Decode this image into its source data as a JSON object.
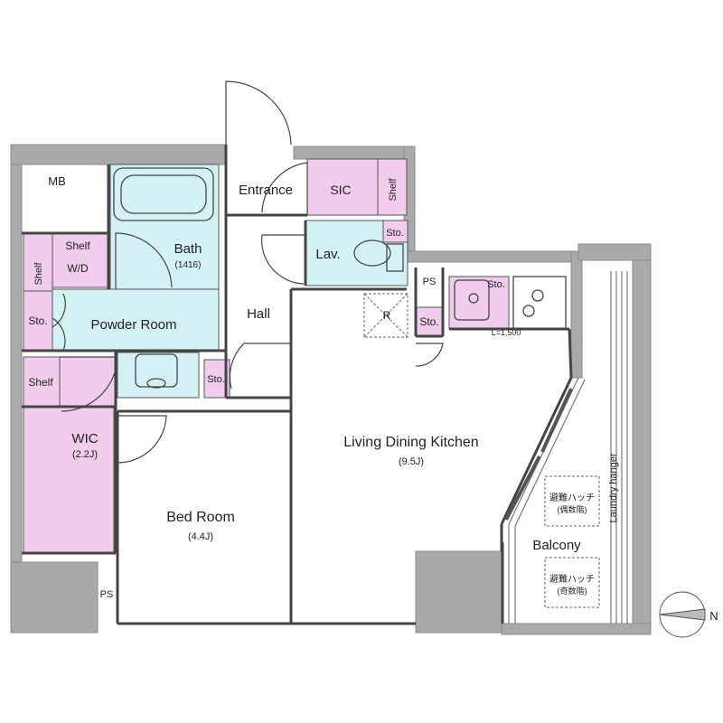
{
  "colors": {
    "wall": "#a9a9a9",
    "wall_stroke": "#8c8c8c",
    "wet": "#d4f2f5",
    "storage": "#f1ccec",
    "line": "#444444"
  },
  "rooms": {
    "mb": "MB",
    "entrance": "Entrance",
    "sic": "SIC",
    "sic_shelf": "Shelf",
    "lav": "Lav.",
    "lav_sto": "Sto.",
    "bath": "Bath",
    "bath_size": "(1416)",
    "shelf_top": "Shelf",
    "wd": "W/D",
    "shelf_left": "Shelf",
    "sto_left": "Sto.",
    "powder_room": "Powder Room",
    "hall": "Hall",
    "ps_top": "PS",
    "kitchen_sto": "Sto.",
    "refrigerator": "R",
    "sto_center": "Sto.",
    "kitchen_length": "L=1,500",
    "sto_hall": "Sto.",
    "wic_shelf": "Shelf",
    "wic": "WIC",
    "wic_size": "(2.2J)",
    "ldk": "Living Dining Kitchen",
    "ldk_size": "(9.5J)",
    "bed_room": "Bed Room",
    "bed_size": "(4.4J)",
    "ps_bottom": "PS",
    "balcony": "Balcony",
    "laundry": "Laundry hanger",
    "hatch1_a": "避難ハッチ",
    "hatch1_b": "(偶数階)",
    "hatch2_a": "避難ハッチ",
    "hatch2_b": "(奇数階)",
    "north": "N"
  }
}
